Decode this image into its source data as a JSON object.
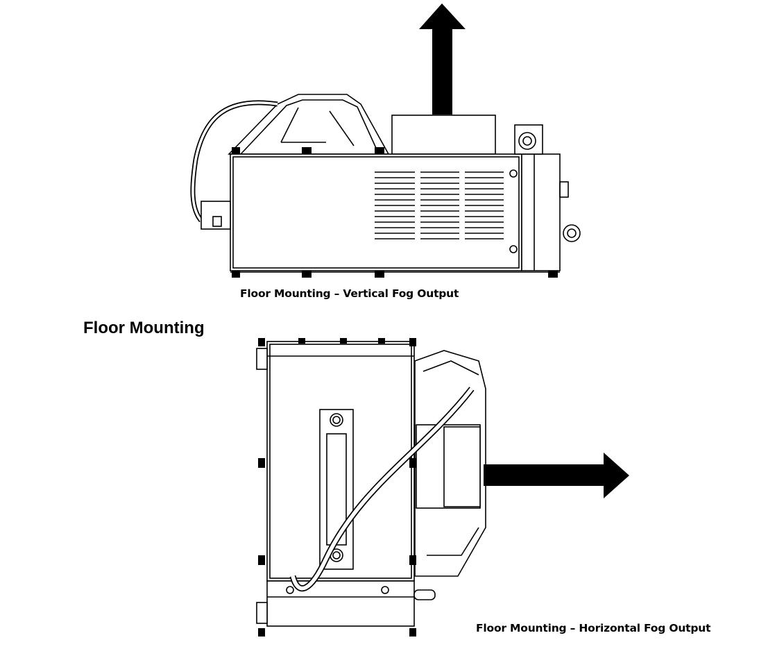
{
  "heading": "Floor Mounting",
  "figures": [
    {
      "caption": "Floor Mounting – Vertical Fog Output"
    },
    {
      "caption": "Floor Mounting – Horizontal Fog Output"
    }
  ]
}
